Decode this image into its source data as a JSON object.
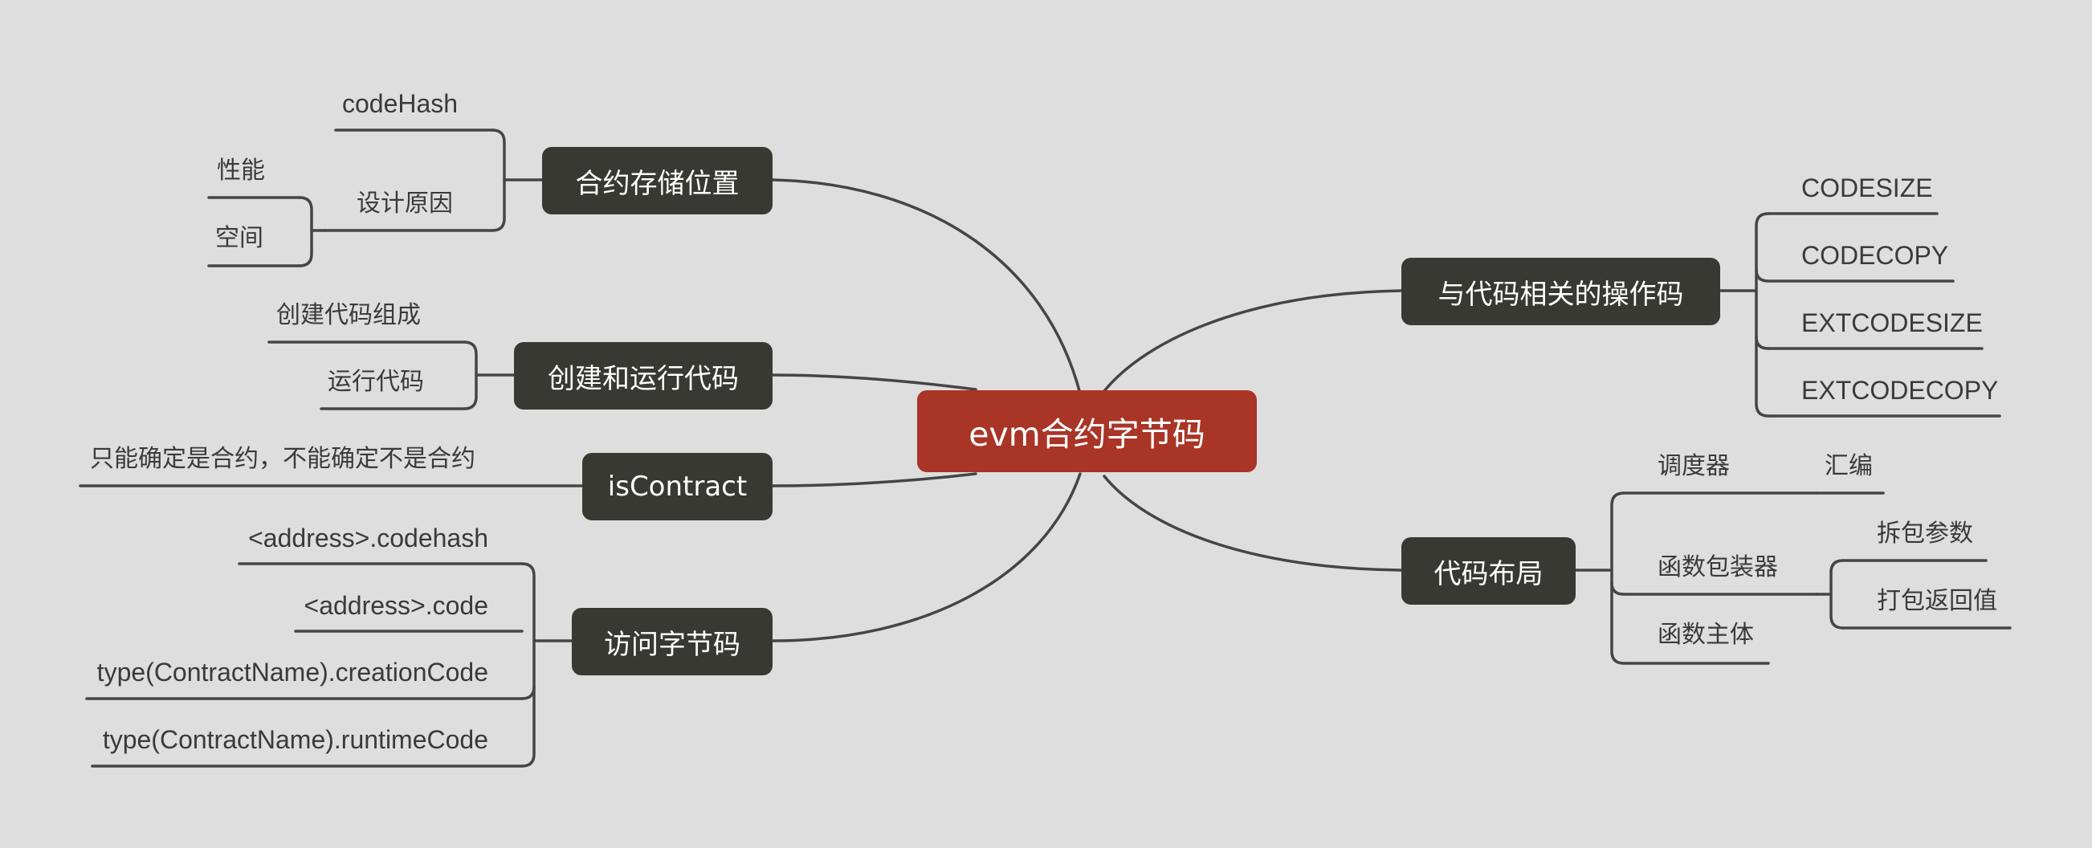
{
  "center": {
    "label": "evm合约字节码",
    "color": "#a93527"
  },
  "branches": {
    "storage": {
      "label": "合约存储位置",
      "children": {
        "code_hash": "codeHash",
        "design_reason": "设计原因",
        "performance": "性能",
        "space": "空间"
      }
    },
    "create_run": {
      "label": "创建和运行代码",
      "children": {
        "create_code": "创建代码组成",
        "run_code": "运行代码"
      }
    },
    "is_contract": {
      "label": "isContract",
      "children": {
        "note": "只能确定是合约，不能确定不是合约"
      }
    },
    "access": {
      "label": "访问字节码",
      "children": {
        "codehash": "<address>.codehash",
        "code": "<address>.code",
        "creation_code": "type(ContractName).creationCode",
        "runtime_code": "type(ContractName).runtimeCode"
      }
    },
    "opcodes": {
      "label": "与代码相关的操作码",
      "children": {
        "codesize": "CODESIZE",
        "codecopy": "CODECOPY",
        "extcodesize": "EXTCODESIZE",
        "extcodecopy": "EXTCODECOPY"
      }
    },
    "layout": {
      "label": "代码布局",
      "children": {
        "dispatcher": "调度器",
        "assembly": "汇编",
        "wrapper": "函数包装器",
        "unpack_params": "拆包参数",
        "pack_return": "打包返回值",
        "body": "函数主体"
      }
    }
  },
  "colors": {
    "main_node": "#373932",
    "line": "#454545",
    "background": "#dedede"
  }
}
